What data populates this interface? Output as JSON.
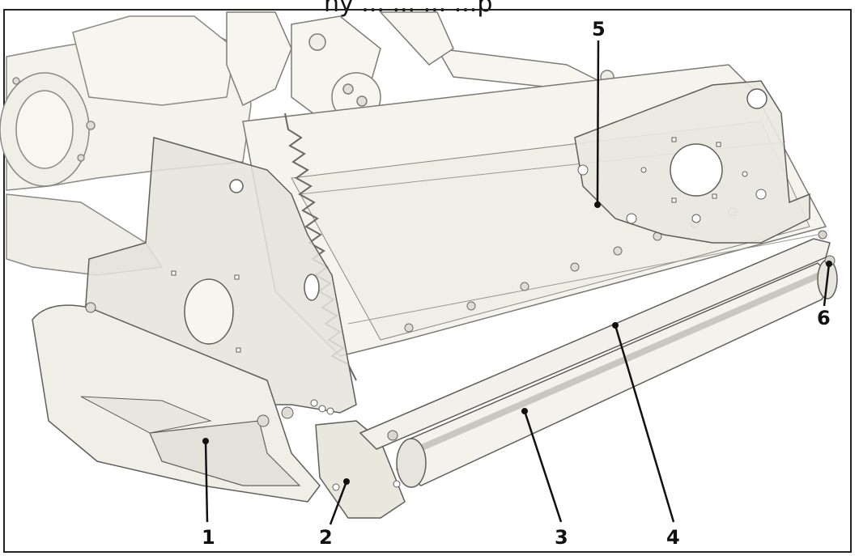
{
  "figure": {
    "header_fragment": "ny ... ... ... ...p",
    "colors": {
      "frame": "#222222",
      "metal_fill": "#f2f1ea",
      "metal_shade": "#dcdbd2",
      "shield_fill": "#e7e6dd",
      "outline": "#6a6a66",
      "leader": "#111111"
    },
    "callouts": [
      {
        "id": "1",
        "label": "1"
      },
      {
        "id": "2",
        "label": "2"
      },
      {
        "id": "3",
        "label": "3"
      },
      {
        "id": "4",
        "label": "4"
      },
      {
        "id": "5",
        "label": "5"
      },
      {
        "id": "6",
        "label": "6"
      }
    ]
  }
}
